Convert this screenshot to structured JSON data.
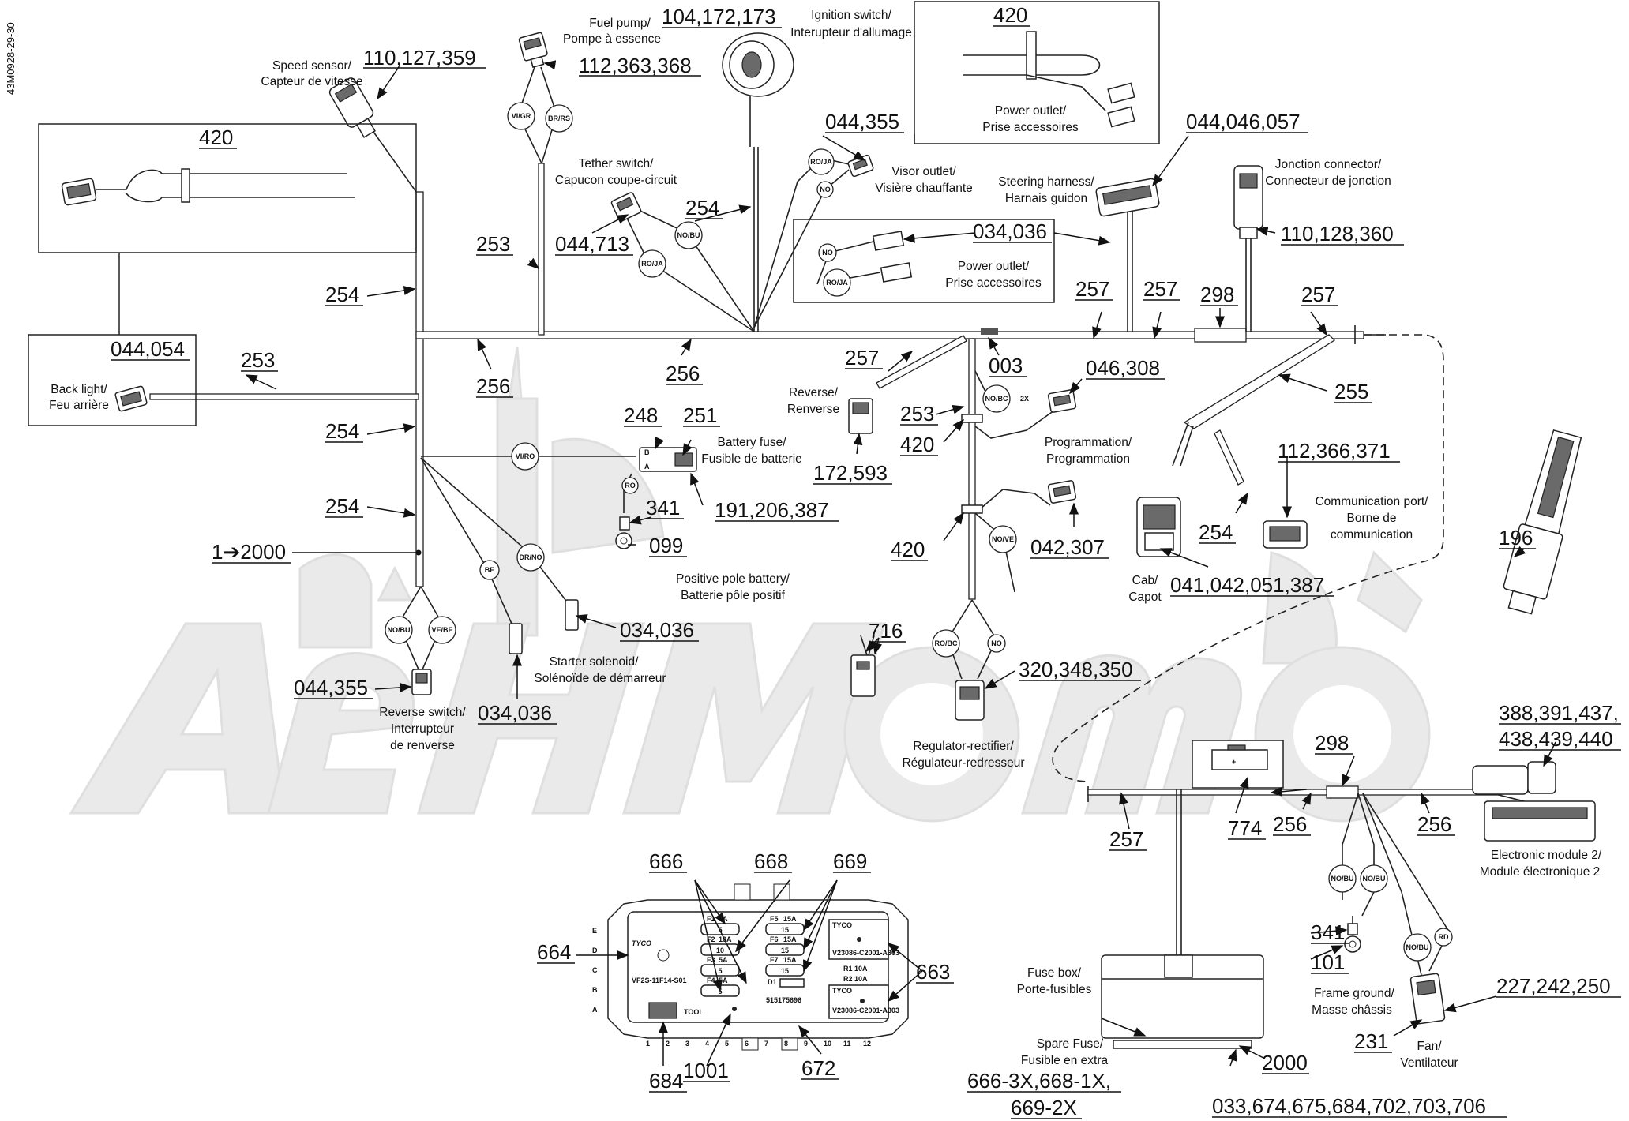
{
  "diagram_id": "43M0928-29-30",
  "watermark_text": "AeHMoto",
  "colors": {
    "ink": "#111111",
    "watermark": "#e9e9e9"
  },
  "part_labels": {
    "p110_127_359": "110,127,359",
    "p112_363_368": "112,363,368",
    "p104_172_173": "104,172,173",
    "p420_top": "420",
    "p420_left": "420",
    "p044_355_top": "044,355",
    "p044_046_057": "044,046,057",
    "p044_713": "044,713",
    "p034_036_mid": "034,036",
    "p110_128_360": "110,128,360",
    "p253_top": "253",
    "p254_top": "254",
    "p254_mid": "254",
    "p254_low": "254",
    "p254_right": "254",
    "p254_center": "254",
    "p257_a": "257",
    "p257_b": "257",
    "p257_c": "257",
    "p257_d": "257",
    "p257_bottom": "257",
    "p298_top": "298",
    "p298_bottom": "298",
    "p044_054": "044,054",
    "p253_left": "253",
    "p256_a": "256",
    "p256_b": "256",
    "p256_c": "256",
    "p256_d": "256",
    "p003": "003",
    "p046_308": "046,308",
    "p253_c": "253",
    "p420_c": "420",
    "p420_d": "420",
    "p255": "255",
    "p248": "248",
    "p251": "251",
    "p191_206_387": "191,206,387",
    "p341_a": "341",
    "p099": "099",
    "p172_593": "172,593",
    "p112_366_371": "112,366,371",
    "p042_307": "042,307",
    "p041_042_051_387": "041,042,051,387",
    "p196": "196",
    "p1_2000": "1➔2000",
    "p034_036_a": "034,036",
    "p034_036_b": "034,036",
    "p044_355_b": "044,355",
    "p716": "716",
    "p320_348_350": "320,348,350",
    "p388_391_437": "388,391,437,",
    "p438_439_440": "438,439,440",
    "p774": "774",
    "p666": "666",
    "p668": "668",
    "p669": "669",
    "p664": "664",
    "p663": "663",
    "p684": "684",
    "p1001": "1001",
    "p672": "672",
    "p341_b": "341",
    "p101": "101",
    "p227_242_250": "227,242,250",
    "p231": "231",
    "p2000": "2000",
    "p666_3x": "666-3X,668-1X,",
    "p669_2x": "669-2X",
    "p033_706": "033,674,675,684,702,703,706"
  },
  "descriptions": {
    "speed_sensor_en": "Speed sensor/",
    "speed_sensor_fr": "Capteur de vitesse",
    "fuel_pump_en": "Fuel pump/",
    "fuel_pump_fr": "Pompe à essence",
    "ignition_en": "Ignition switch/",
    "ignition_fr": "Interupteur d'allumage",
    "power_outlet_top_en": "Power outlet/",
    "power_outlet_top_fr": "Prise accessoires",
    "tether_en": "Tether switch/",
    "tether_fr": "Capucon coupe-circuit",
    "visor_en": "Visor outlet/",
    "visor_fr": "Visière chauffante",
    "power_outlet_mid_en": "Power outlet/",
    "power_outlet_mid_fr": "Prise accessoires",
    "steering_en": "Steering harness/",
    "steering_fr": "Harnais guidon",
    "jonction_en": "Jonction connector/",
    "jonction_fr": "Connecteur de jonction",
    "back_light_en": "Back light/",
    "back_light_fr": "Feu arrière",
    "reverse_en": "Reverse/",
    "reverse_fr": "Renverse",
    "battery_fuse_en": "Battery fuse/",
    "battery_fuse_fr": "Fusible de batterie",
    "programmation_en": "Programmation/",
    "programmation_fr": "Programmation",
    "comm_port_1": "Communication port/",
    "comm_port_2": "Borne de",
    "comm_port_3": "communication",
    "positive_pole_en": "Positive pole battery/",
    "positive_pole_fr": "Batterie pôle positif",
    "cab_en": "Cab/",
    "cab_fr": "Capot",
    "starter_en": "Starter solenoid/",
    "starter_fr": "Solénoïde de démarreur",
    "reverse_switch_1": "Reverse switch/",
    "reverse_switch_2": "Interrupteur",
    "reverse_switch_3": "de renverse",
    "regulator_en": "Regulator-rectifier/",
    "regulator_fr": "Régulateur-redresseur",
    "electronic_en": "Electronic module 2/",
    "electronic_fr": "Module électronique 2",
    "fuse_box_en": "Fuse box/",
    "fuse_box_fr": "Porte-fusibles",
    "spare_fuse_en": "Spare Fuse/",
    "spare_fuse_fr": "Fusible en extra",
    "frame_ground_en": "Frame ground/",
    "frame_ground_fr": "Masse châssis",
    "fan_en": "Fan/",
    "fan_fr": "Ventilateur"
  },
  "wire_codes": {
    "vi_gr": "VI/GR",
    "br_rs": "BR/RS",
    "ro_ja_a": "RO/JA",
    "no_a": "NO",
    "no_bu_a": "NO/BU",
    "ro_ja_b": "RO/JA",
    "no_b": "NO",
    "ro_ja_c": "RO/JA",
    "vi_ro": "VI/RO",
    "ro": "RO",
    "no_bc_2x": "NO/BC",
    "x2": "2X",
    "no_ve": "NO/VE",
    "be": "BE",
    "dr_no": "DR/NO",
    "no_bu_b": "NO/BU",
    "ve_be": "VE/BE",
    "ro_bc": "RO/BC",
    "no_c": "NO",
    "no_bu_c": "NO/BU",
    "no_bu_d": "NO/BU",
    "no_bu_e": "NO/BU",
    "rd": "RD"
  },
  "fuse_box": {
    "brand": "TYCO",
    "part_no": "VF2S-11F14-S01",
    "serial": "515175696",
    "tool": "TOOL",
    "rows": [
      "E",
      "D",
      "C",
      "B",
      "A"
    ],
    "cols": [
      "1",
      "2",
      "3",
      "4",
      "5",
      "6",
      "7",
      "8",
      "9",
      "10",
      "11",
      "12"
    ],
    "fuses_left": [
      {
        "id": "F1",
        "amp": "5A",
        "val": "5"
      },
      {
        "id": "F2",
        "amp": "10A",
        "val": "10"
      },
      {
        "id": "F3",
        "amp": "5A",
        "val": "5"
      },
      {
        "id": "F4",
        "amp": "5A",
        "val": "5"
      }
    ],
    "fuses_right": [
      {
        "id": "F5",
        "amp": "15A",
        "val": "15"
      },
      {
        "id": "F6",
        "amp": "15A",
        "val": "15"
      },
      {
        "id": "F7",
        "amp": "15A",
        "val": "15"
      }
    ],
    "diode": "D1",
    "relay1": {
      "brand": "TYCO",
      "r1": "R1 10A",
      "r2": "R2 10A",
      "code": "V23086-C2001-A303"
    },
    "relay2": {
      "brand": "TYCO",
      "code": "V23086-C2001-A303"
    }
  }
}
